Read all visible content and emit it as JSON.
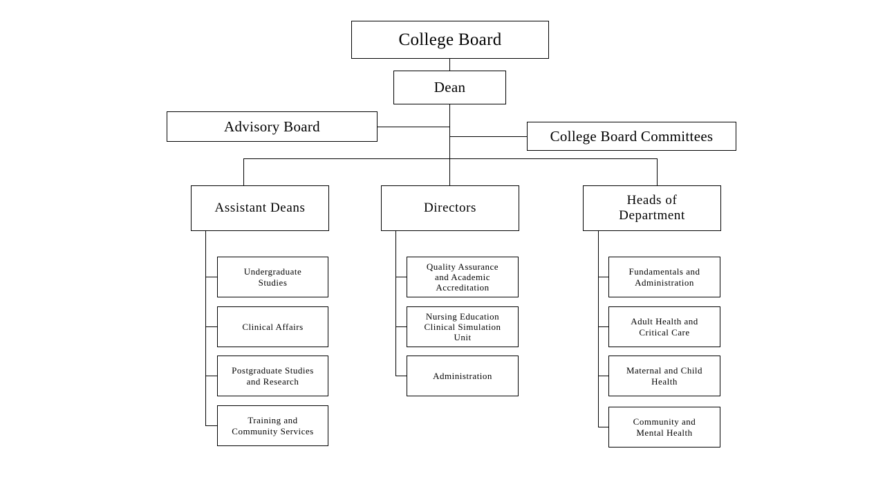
{
  "diagram": {
    "title_node": "College Board",
    "type": "organizational-chart",
    "background_color": "#ffffff",
    "line_color": "#000000",
    "text_color": "#000000",
    "nodes": {
      "college_board": "College Board",
      "dean": "Dean",
      "advisory_board": "Advisory Board",
      "college_board_committees": "College Board Committees",
      "assistant_deans": "Assistant  Deans",
      "directors": "Directors",
      "heads_of_department": "Heads  of\nDepartment"
    },
    "assistant_deans_units": [
      "Undergraduate\nStudies",
      "Clinical  Affairs",
      "Postgraduate  Studies\nand Research",
      "Training  and\nCommunity  Services"
    ],
    "directors_units": [
      "Quality  Assurance\nand Academic\nAccreditation",
      "Nursing  Education\nClinical  Simulation\nUnit",
      "Administration"
    ],
    "department_units": [
      "Fundamentals  and\nAdministration",
      "Adult  Health  and\nCritical  Care",
      "Maternal  and Child\nHealth",
      "Community  and\nMental  Health"
    ]
  }
}
